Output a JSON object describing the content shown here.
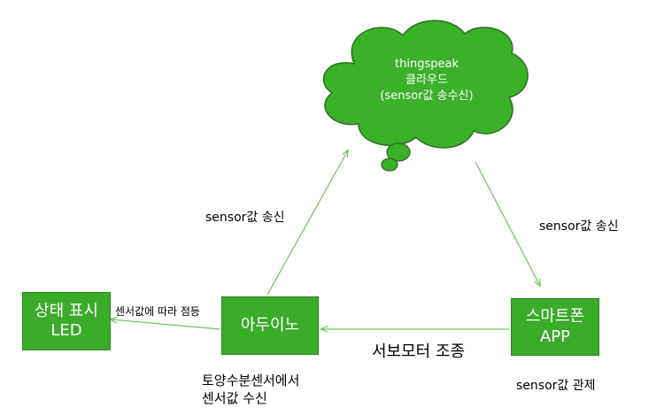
{
  "cloud": {
    "line1": "thingspeak",
    "line2": "클라우드",
    "line3": "(sensor값 송수신)",
    "fill": "#3bb12a"
  },
  "nodes": {
    "status": {
      "line1": "상태 표시",
      "line2": "LED"
    },
    "arduino": {
      "line1": "아두이노"
    },
    "phone": {
      "line1": "스마트폰",
      "line2": "APP"
    }
  },
  "edge_labels": {
    "arduino_to_cloud": "sensor값 송신",
    "cloud_to_phone": "sensor값 송신",
    "arduino_to_led": "센서값에 따라 점등",
    "phone_to_arduino": "서보모터 조종"
  },
  "captions": {
    "arduino_line1": "토양수분센서에서",
    "arduino_line2": "센서값 수신",
    "phone": "sensor값 관제"
  },
  "colors": {
    "node_fill": "#3bab2a",
    "arrow": "#6cc05c"
  }
}
